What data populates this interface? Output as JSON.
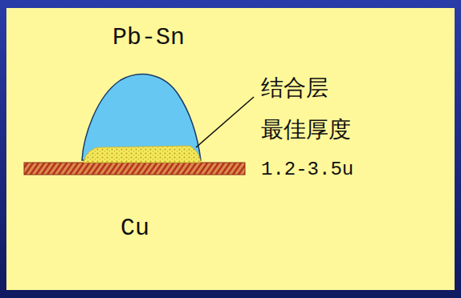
{
  "diagram": {
    "labels": [
      "Pb-Sn",
      "Cu",
      "结合层",
      "最佳厚度",
      "1.2-3.5u"
    ]
  }
}
